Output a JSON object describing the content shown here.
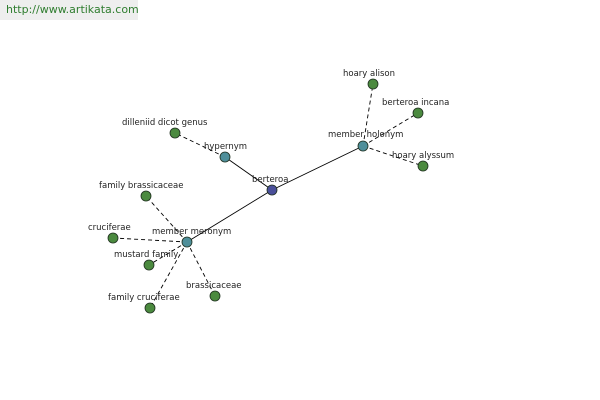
{
  "watermark": "http://www.artikata.com",
  "colors": {
    "root_node": "#4a4f9a",
    "relation_node": "#4f8f9a",
    "leaf_node": "#4b8a3f",
    "node_outline": "#1f2f1f",
    "edge": "#000000"
  },
  "nodes": {
    "berteroa": "berteroa",
    "hypernym": "hypernym",
    "member_holonym": "member holonym",
    "member_meronym": "member meronym",
    "dilleniid_dicot_genus": "dilleniid dicot genus",
    "hoary_alison": "hoary alison",
    "berteroa_incana": "berteroa incana",
    "hoary_alyssum": "hoary alyssum",
    "family_brassicaceae": "family brassicaceae",
    "cruciferae": "cruciferae",
    "mustard_family": "mustard family",
    "family_cruciferae": "family cruciferae",
    "brassicaceae": "brassicaceae"
  }
}
